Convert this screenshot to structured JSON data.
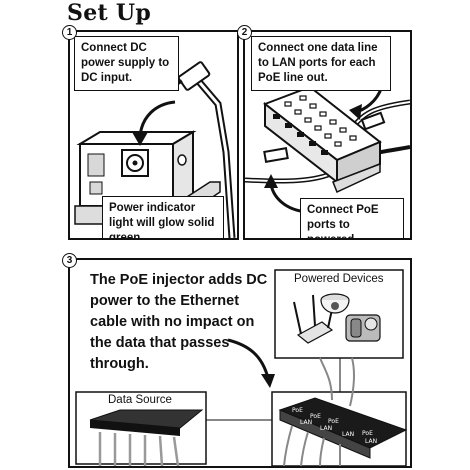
{
  "title": "Set Up",
  "steps": [
    {
      "number": "1",
      "callout_top": "Connect DC power supply to DC input.",
      "callout_bottom": "Power indicator light will glow solid green."
    },
    {
      "number": "2",
      "callout_top": "Connect one data line to LAN ports for each PoE line out.",
      "callout_bottom": "Connect PoE ports to powered devices."
    },
    {
      "number": "3",
      "description": "The PoE injector adds DC power to the Ethernet cable with no impact on the data that passes through.",
      "powered_devices_label": "Powered Devices",
      "data_source_label": "Data Source"
    }
  ],
  "device_port_labels": [
    "PoE",
    "LAN"
  ]
}
